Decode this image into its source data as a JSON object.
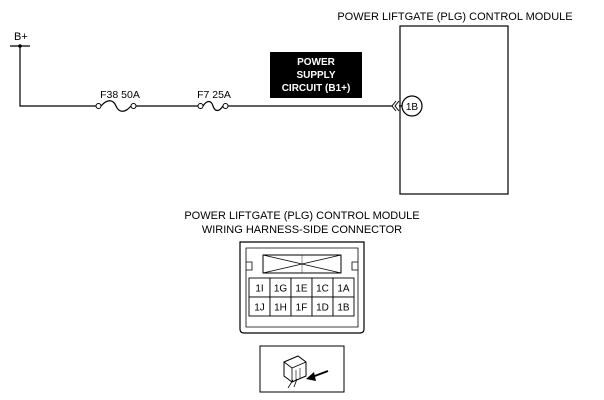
{
  "module": {
    "title": "POWER LIFTGATE (PLG) CONTROL MODULE"
  },
  "supply": {
    "label": "B+"
  },
  "fuses": [
    {
      "label": "F38 50A"
    },
    {
      "label": "F7 25A"
    }
  ],
  "circuit_box": {
    "line1": "POWER",
    "line2": "SUPPLY",
    "line3": "CIRCUIT (B1+)"
  },
  "terminal": {
    "label": "1B"
  },
  "connector": {
    "title_line1": "POWER LIFTGATE (PLG) CONTROL MODULE",
    "title_line2": "WIRING HARNESS-SIDE CONNECTOR",
    "row1": [
      "1I",
      "1G",
      "1E",
      "1C",
      "1A"
    ],
    "row2": [
      "1J",
      "1H",
      "1F",
      "1D",
      "1B"
    ]
  },
  "colors": {
    "line": "#000000",
    "circuit_box_fill": "#000000",
    "circuit_box_text": "#ffffff",
    "background": "#ffffff"
  }
}
